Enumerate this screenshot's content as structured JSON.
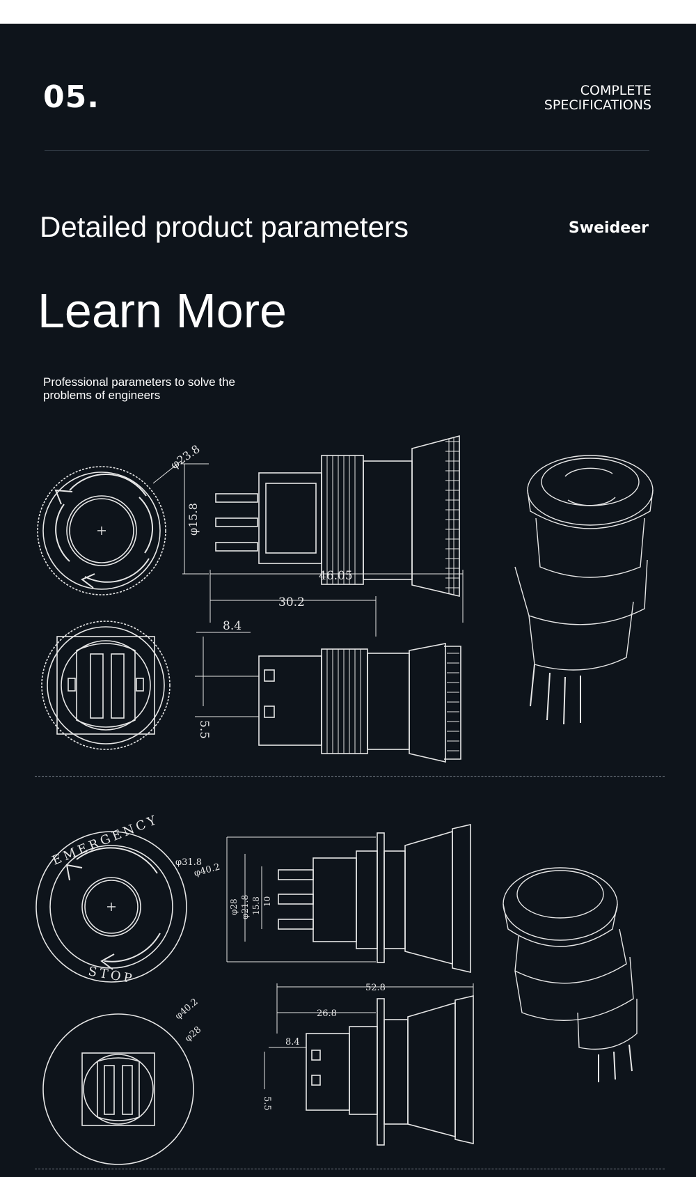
{
  "header": {
    "section_number": "05.",
    "section_tag_line1": "COMPLETE",
    "section_tag_line2": "SPECIFICATIONS"
  },
  "intro": {
    "headline": "Detailed product parameters",
    "brand": "Sweideer",
    "title": "Learn More",
    "subtitle": "Professional parameters to solve the problems of engineers"
  },
  "drawing_a": {
    "dim_diameter_cap": "φ23.8",
    "dim_diameter_body": "φ15.8",
    "dim_total_length": "46.05",
    "dim_body_length": "30.2",
    "dim_terminal": "8.4",
    "dim_terminal_gap": "5.5"
  },
  "drawing_b": {
    "dim_cap_inner": "φ31.8",
    "dim_cap_outer": "φ40.2",
    "dim_height_28": "φ28",
    "dim_height_21": "φ21.8",
    "dim_height_15": "15.8",
    "dim_height_10": "10",
    "dim_total_length": "52.8",
    "dim_body_length": "26.8",
    "dim_terminal": "8.4",
    "dim_terminal_gap": "5.5",
    "dim_plate": "φ40.2",
    "dim_bezel": "φ28",
    "label_emergency": "EMERGENCY",
    "label_stop": "STOP"
  },
  "colors": {
    "background": "#0e141b",
    "line_art": "#e6e6e6",
    "divider": "#7a828c"
  }
}
